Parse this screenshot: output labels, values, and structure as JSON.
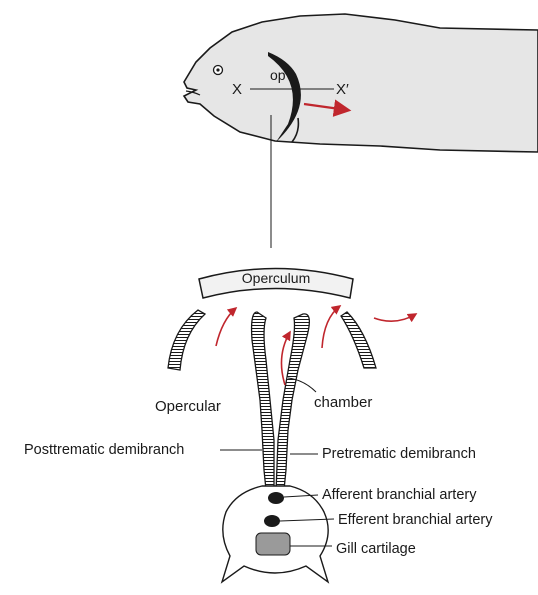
{
  "labels": {
    "op": "op",
    "x": "X",
    "x_prime": "X′",
    "operculum": "Operculum",
    "opercular": "Opercular",
    "chamber": "chamber",
    "posttrematic": "Posttrematic demibranch",
    "pretrematic": "Pretrematic demibranch",
    "afferent": "Afferent branchial artery",
    "efferent": "Efferent branchial artery",
    "gill_cartilage": "Gill cartilage"
  },
  "colors": {
    "fish_fill": "#e6e6e6",
    "ink": "#1a1a1a",
    "water_arrow": "#c0262d",
    "cartilage": "#9a9a9a",
    "operculum_fill": "#f2f2f2"
  }
}
